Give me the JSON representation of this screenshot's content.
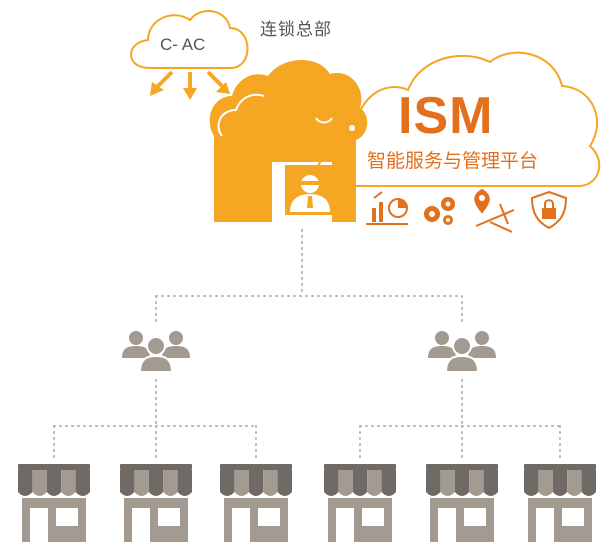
{
  "headquarters": {
    "label": "连锁总部"
  },
  "cloud_controller": {
    "label": "C- AC"
  },
  "platform": {
    "name": "ISM",
    "description": "智能服务与管理平台",
    "feature_icons": [
      "analytics-chart-icon",
      "gears-icon",
      "location-route-icon",
      "security-lock-icon"
    ]
  },
  "tree": {
    "regions": 2,
    "stores_per_region": 3,
    "region_icon": "people-group-icon",
    "store_icon": "store-awning-icon"
  },
  "colors": {
    "brand_orange": "#f5a623",
    "text_orange": "#e3701d",
    "gray": "#a39b91",
    "dark_gray": "#6f6a66",
    "connector": "#b5b5b5"
  }
}
